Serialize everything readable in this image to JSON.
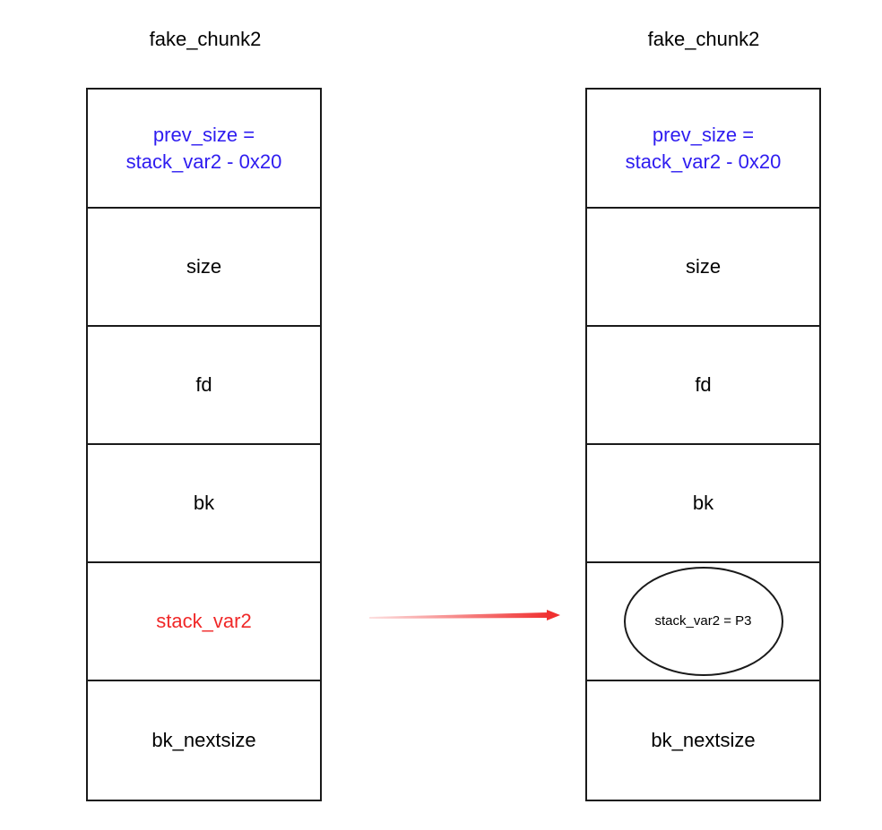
{
  "left": {
    "title": "fake_chunk2",
    "cells": {
      "prev_size_line1": "prev_size =",
      "prev_size_line2": "stack_var2 - 0x20",
      "size": "size",
      "fd": "fd",
      "bk": "bk",
      "fd_nextsize": "stack_var2",
      "bk_nextsize": "bk_nextsize"
    }
  },
  "right": {
    "title": "fake_chunk2",
    "cells": {
      "prev_size_line1": "prev_size =",
      "prev_size_line2": "stack_var2 - 0x20",
      "size": "size",
      "fd": "fd",
      "bk": "bk",
      "fd_nextsize": "stack_var2 = P3",
      "bk_nextsize": "bk_nextsize"
    }
  },
  "colors": {
    "prev_size_text": "#2e1cf0",
    "highlight_text": "#f02828",
    "arrow": "#f03030"
  }
}
